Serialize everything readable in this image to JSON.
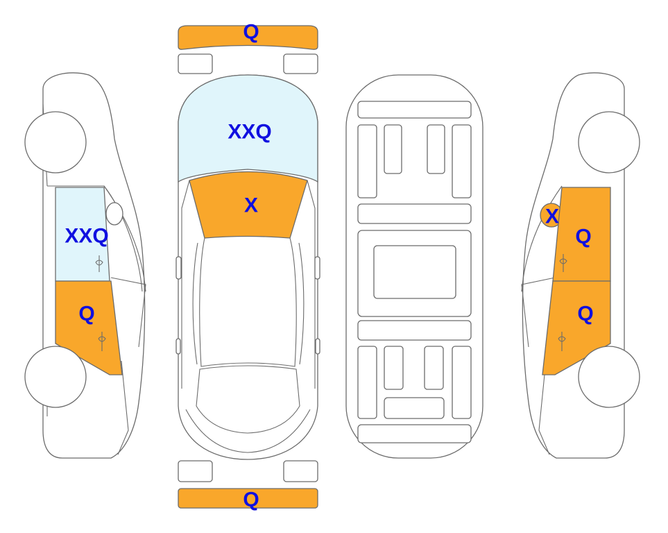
{
  "colors": {
    "orange": "#F9A72B",
    "light_blue": "#E0F5FB",
    "outline": "#6B6B6B",
    "label": "#1010E0"
  },
  "panels": {
    "front_bumper": {
      "code": "Q",
      "fill": "orange"
    },
    "rear_bumper": {
      "code": "Q",
      "fill": "orange"
    },
    "hood": {
      "code": "XXQ",
      "fill": "light_blue"
    },
    "windshield": {
      "code": "X",
      "fill": "orange"
    },
    "left_front_fender": {
      "code": "XXQ",
      "fill": "light_blue"
    },
    "left_front_door": {
      "code": "Q",
      "fill": "orange"
    },
    "right_mirror": {
      "code": "X",
      "fill": "orange"
    },
    "right_front_door": {
      "code": "Q",
      "fill": "orange"
    },
    "right_rear_door": {
      "code": "Q",
      "fill": "orange"
    }
  }
}
